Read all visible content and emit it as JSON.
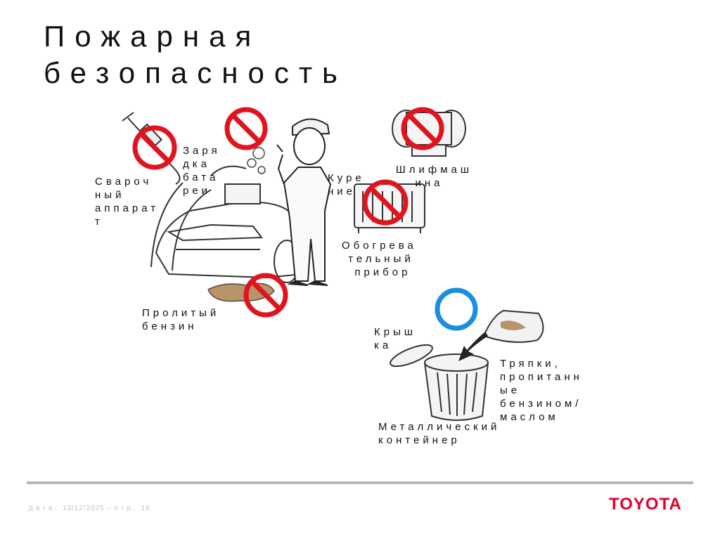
{
  "title": {
    "line1": "Пожарная",
    "line2": "безопасность"
  },
  "labels": {
    "welder": "Свароч\nный\nаппарат\nт",
    "battery": "Заря\nдка\nбата\nреи",
    "smoking": "Куре\nние",
    "grinder": "Шлифмаш\n   ина",
    "heater": "Обогрева\n тельный\n  прибор",
    "fuel": "Пролитый\nбензин",
    "lid": "Крыш\nка",
    "rags": "Тряпки,\nпропитанн\nые\nбензином/\nмаслом",
    "container": "Металлический\nконтейнер"
  },
  "footer": {
    "date_label": "Дата:",
    "date": "13/12/2025",
    "page_label": "стр.",
    "page": "16"
  },
  "logo": "TOYOTA",
  "colors": {
    "prohibit": "#e0141e",
    "allowed": "#1a8fe0",
    "logo": "#e4002b",
    "rule": "#b9b9b9"
  }
}
